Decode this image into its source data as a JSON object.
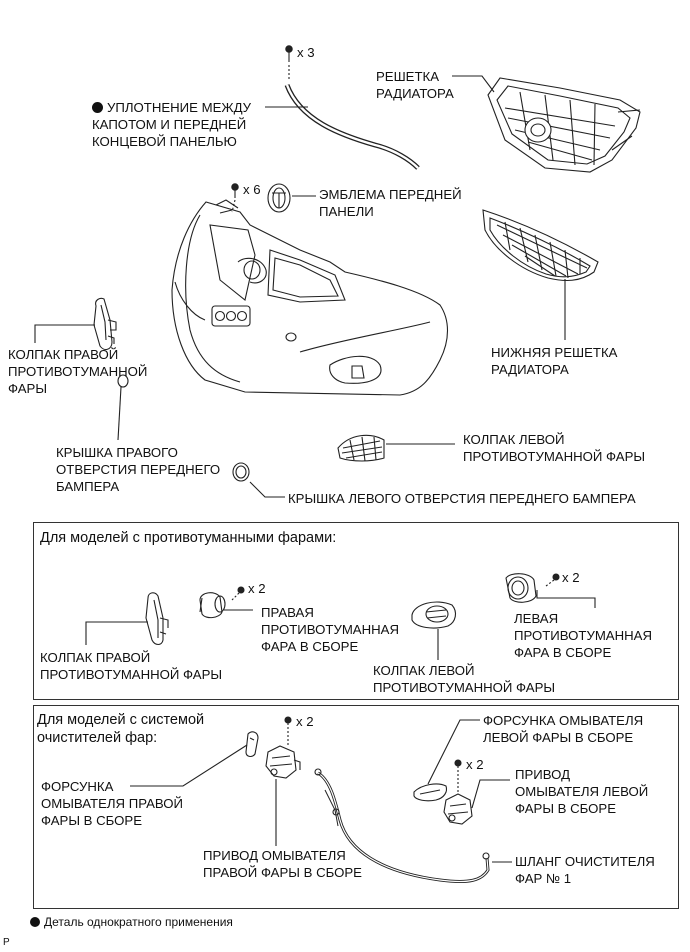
{
  "labels": {
    "seal": "УПЛОТНЕНИЕ МЕЖДУ\nКАПОТОМ И ПЕРЕДНЕЙ\nКОНЦЕВОЙ ПАНЕЛЬЮ",
    "grille": "РЕШЕТКА\nРАДИАТОРА",
    "emblem": "ЭМБЛЕМА ПЕРЕДНЕЙ\nПАНЕЛИ",
    "lower_grille": "НИЖНЯЯ РЕШЕТКА\nРАДИАТОРА",
    "rh_fog_cover": "КОЛПАК ПРАВОЙ\nПРОТИВОТУМАННОЙ\nФАРЫ",
    "rh_hole_cover": "КРЫШКА ПРАВОГО\nОТВЕРСТИЯ ПЕРЕДНЕГО\nБАМПЕРА",
    "lh_fog_cover": "КОЛПАК ЛЕВОЙ\nПРОТИВОТУМАННОЙ ФАРЫ",
    "lh_hole_cover": "КРЫШКА ЛЕВОГО ОТВЕРСТИЯ ПЕРЕДНЕГО БАМПЕРА"
  },
  "qty": {
    "seal_clips": "x 3",
    "bumper_clips": "x 6",
    "rh_fog_screws": "x 2",
    "lh_fog_screws": "x 2",
    "rh_washer_screws": "x 2",
    "lh_washer_screws": "x 2"
  },
  "fog_box": {
    "title": "Для моделей с противотуманными фарами:",
    "rh_cover": "КОЛПАК ПРАВОЙ\nПРОТИВОТУМАННОЙ ФАРЫ",
    "rh_lamp": "ПРАВАЯ\nПРОТИВОТУМАННАЯ\nФАРА В СБОРЕ",
    "lh_cover": "КОЛПАК ЛЕВОЙ\nПРОТИВОТУМАННОЙ ФАРЫ",
    "lh_lamp": "ЛЕВАЯ\nПРОТИВОТУМАННАЯ\nФАРА В СБОРЕ"
  },
  "washer_box": {
    "title": "Для моделей с системой\nочистителей фар:",
    "rh_nozzle": "ФОРСУНКА\nОМЫВАТЕЛЯ ПРАВОЙ\nФАРЫ В СБОРЕ",
    "rh_actuator": "ПРИВОД ОМЫВАТЕЛЯ\nПРАВОЙ ФАРЫ В СБОРЕ",
    "lh_nozzle": "ФОРСУНКА ОМЫВАТЕЛЯ\nЛЕВОЙ ФАРЫ В СБОРЕ",
    "lh_actuator": "ПРИВОД\nОМЫВАТЕЛЯ ЛЕВОЙ\nФАРЫ В СБОРЕ",
    "hose": "ШЛАНГ ОЧИСТИТЕЛЯ\nФАР № 1"
  },
  "footnote": "Деталь однократного применения",
  "code": "P"
}
